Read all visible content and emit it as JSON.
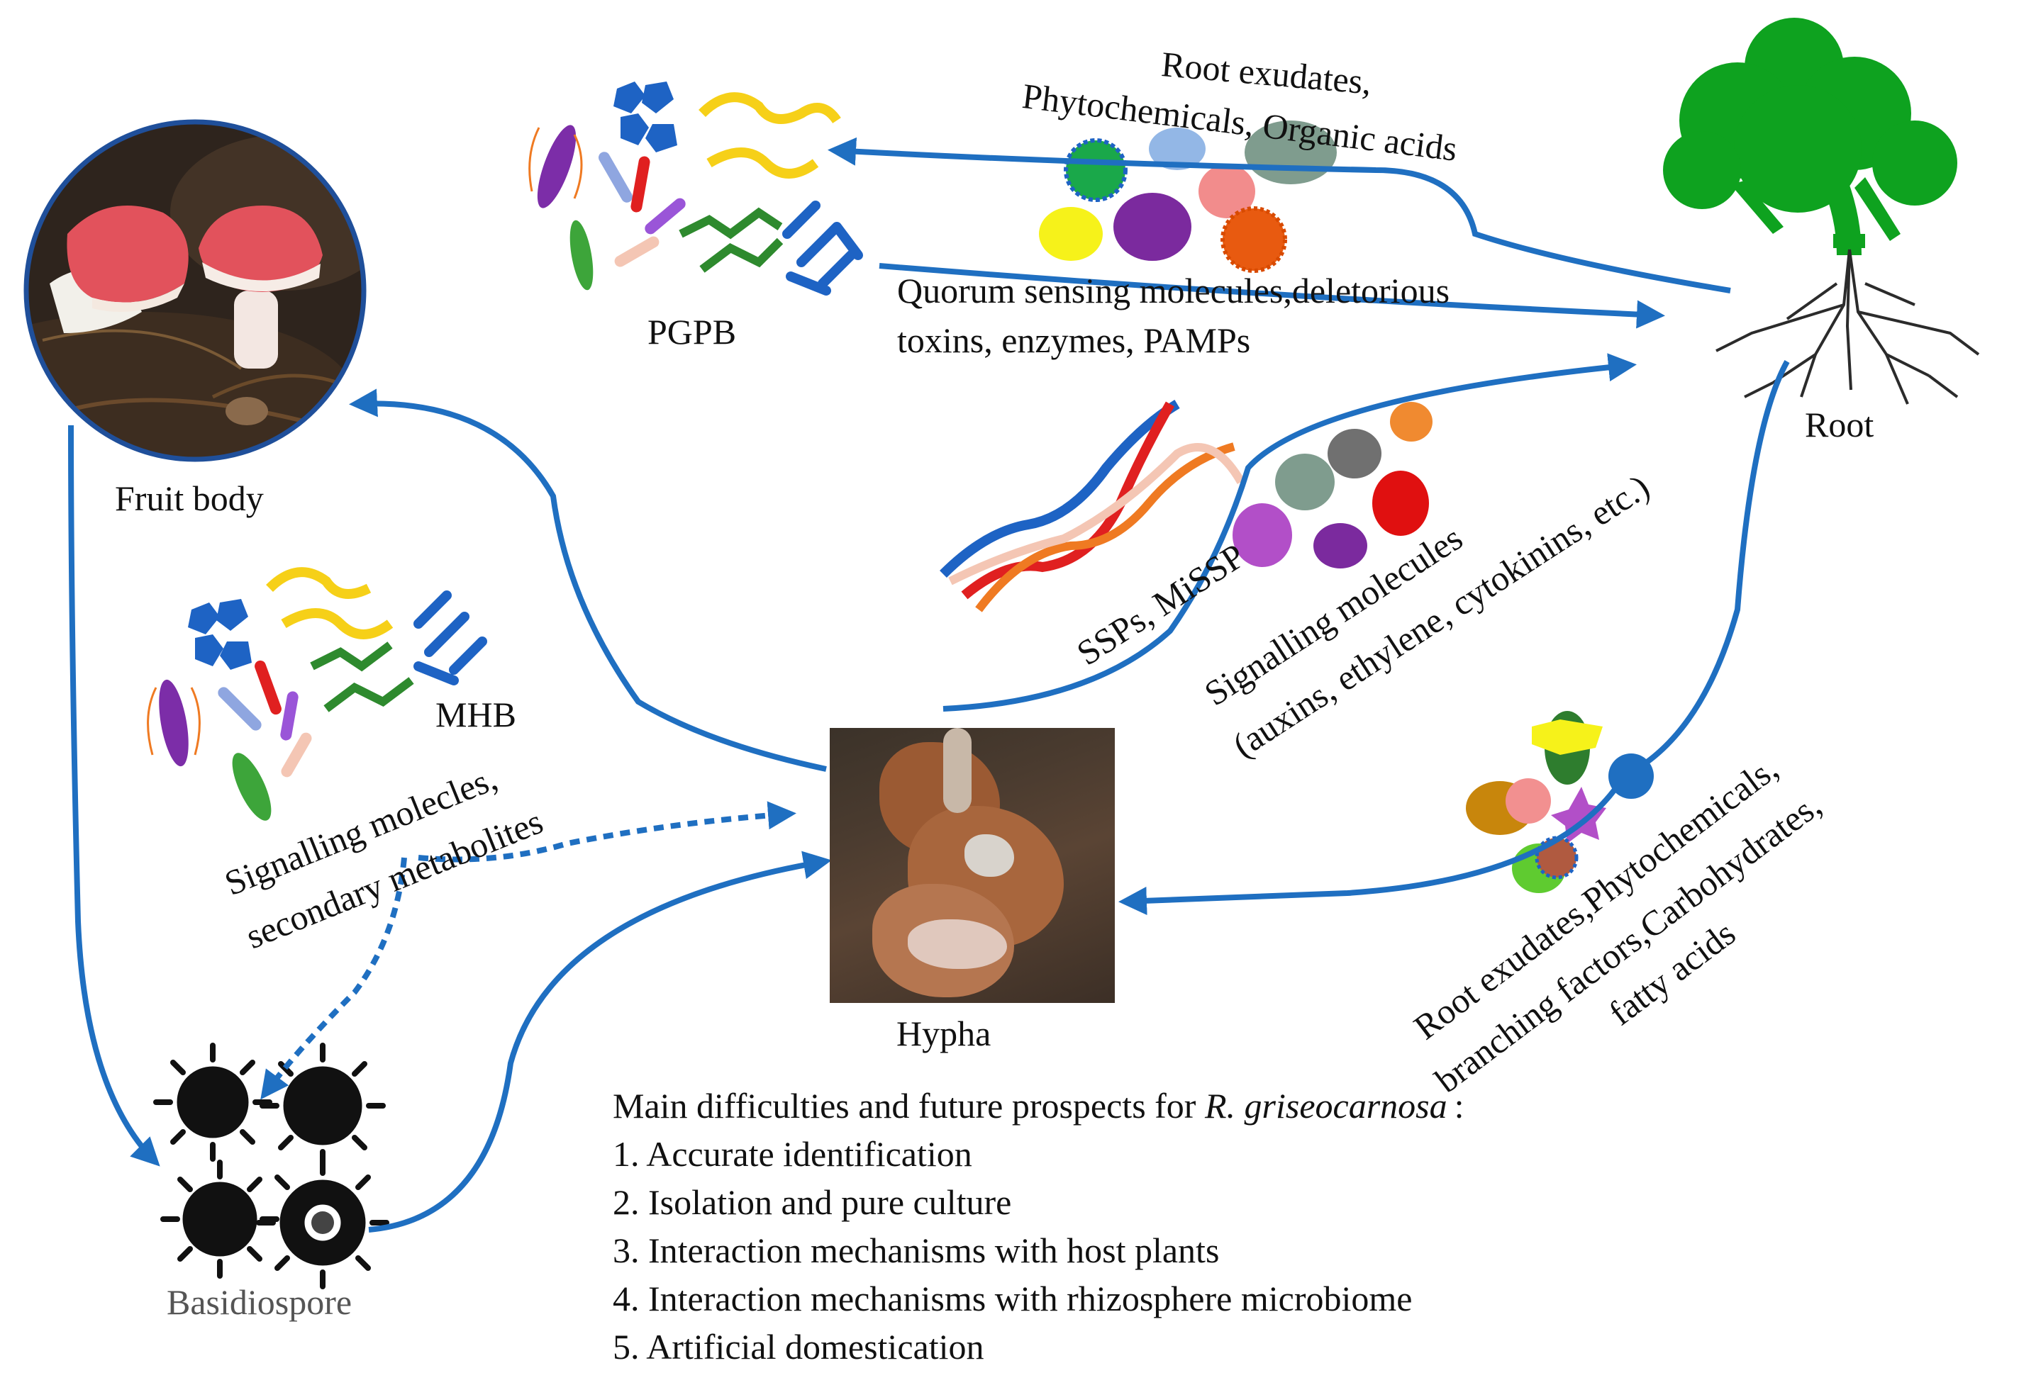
{
  "labels": {
    "fruit_body": "Fruit body",
    "pgpb": "PGPB",
    "root": "Root",
    "hypha": "Hypha",
    "basidiospore": "Basidiospore",
    "mhb": "MHB",
    "root_exudates_top_1": "Root exudates,",
    "root_exudates_top_2": "Phytochemicals, Organic acids",
    "quorum_1": "Quorum sensing molecules,deletorious",
    "quorum_2": "toxins, enzymes, PAMPs",
    "ssps": "SSPs, MiSSP",
    "signalling_1": "Signalling molecules",
    "signalling_2": "(auxins, ethylene, cytokinins, etc.)",
    "mhb_signal_1": "Signalling molecles,",
    "mhb_signal_2": "secondary metabolites",
    "root_exudates_bottom_1": "Root exudates,Phytochemicals,",
    "root_exudates_bottom_2": "branching factors,Carbohydrates,",
    "root_exudates_bottom_3": "fatty acids"
  },
  "prospects": {
    "heading_prefix": "Main difficulties and future prospects for ",
    "heading_species": "R. griseocarnosa",
    "heading_suffix": " :",
    "items": [
      "1. Accurate identification",
      "2. Isolation and pure culture",
      "3. Interaction mechanisms with host plants",
      "4. Interaction mechanisms with rhizosphere microbiome",
      "5. Artificial domestication"
    ]
  },
  "colors": {
    "arrow": "#1f6fc1",
    "tree": "#0ea21f",
    "mushroom_cap": "#e2525c"
  }
}
